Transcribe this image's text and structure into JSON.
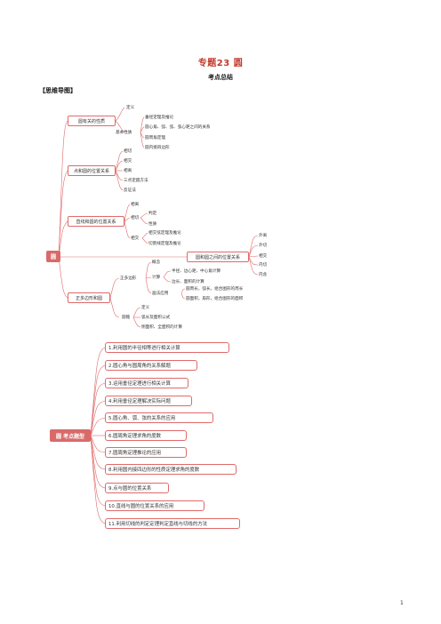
{
  "header": {
    "title": "专题23  圆",
    "subtitle": "考点总结",
    "section": "【思维导图】",
    "page_number": "1"
  },
  "mindmap": {
    "root": "圆",
    "properties": {
      "label": "圆有关的性质",
      "definition": "定义",
      "basic": "基本性质",
      "basic_items": [
        "垂径定理及推论",
        "圆心角、弧、弦、弦心距之间的关系",
        "圆周角定理",
        "圆内接四边形"
      ]
    },
    "point_circle": {
      "label": "点和圆的位置关系",
      "items": [
        "相切",
        "相交",
        "相离",
        "三点定圆方法",
        "反证法"
      ]
    },
    "line_circle": {
      "label": "直线和圆的位置关系",
      "separate": "相离",
      "tangent": "相切",
      "tangent_items": [
        "判定",
        "性质"
      ],
      "intersect": "相交",
      "intersect_items": [
        "相交弦定理及推论",
        "切割线定理及推论"
      ]
    },
    "circle_circle": {
      "label": "圆和圆之间的位置关系",
      "items": [
        "外离",
        "外切",
        "相交",
        "内切",
        "内含"
      ]
    },
    "polygon": {
      "label": "正多边形和圆",
      "regular": "正多边形",
      "concept": "概念",
      "calc": "计算",
      "calc_items": [
        "半径、边心距、中心角计算",
        "边长、面积的计算"
      ],
      "drawing": "画法应用",
      "drawing_items": [
        "圆周长，弧长，组合图形的周长",
        "圆面积，扇形，组合图形的面积"
      ],
      "cone": "圆锥",
      "cone_items": [
        "定义",
        "弧长及面积公式",
        "侧面积、全面积的计算"
      ]
    }
  },
  "exam_types": {
    "root": "圆 考点题型",
    "items": [
      "1.利用圆的半径相等进行相关计算",
      "2.圆心角与圆周角的关系解题",
      "3.运用垂径定理进行相关计算",
      "4.利用垂径定理解决实际问题",
      "5.圆心角、弧、弦的关系的应用",
      "6.圆周角定理求角的度数",
      "7.圆周角定理推论的应用",
      "8.利用圆内接四边形的性质定理求角的度数",
      "9.点与圆的位置关系",
      "10.直线与圆的位置关系的应用",
      "11.利用切线的判定定理判定直线与切线的方法"
    ]
  }
}
